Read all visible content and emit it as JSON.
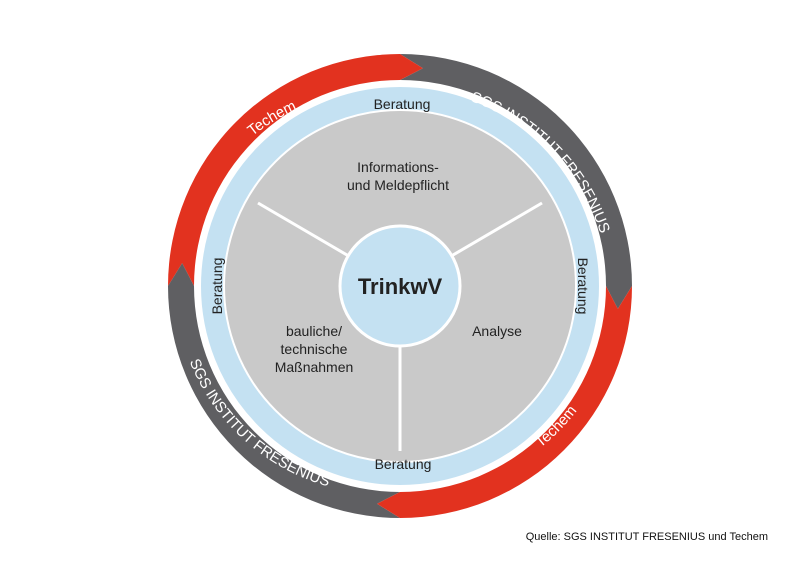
{
  "outer_ring": {
    "segments": [
      {
        "label": "SGS INSTITUT FRESENIUS",
        "color": "#5f5f62"
      },
      {
        "label": "Techem",
        "color": "#e2321f"
      },
      {
        "label": "SGS INSTITUT FRESENIUS",
        "color": "#5f5f62"
      },
      {
        "label": "Techem",
        "color": "#e2321f"
      }
    ]
  },
  "beratung_ring": {
    "color": "#c4e1f2",
    "labels": [
      "Beratung",
      "Beratung",
      "Beratung",
      "Beratung"
    ]
  },
  "sectors": {
    "color": "#c9c9c9",
    "information": {
      "line1": "Informations-",
      "line2": "und Meldepflicht"
    },
    "analysis": {
      "line1": "Analyse"
    },
    "measures": {
      "line1": "bauliche/",
      "line2": "technische",
      "line3": "Maßnahmen"
    }
  },
  "center": {
    "label": "TrinkwV",
    "color": "#c4e1f2"
  },
  "source": "Quelle: SGS INSTITUT FRESENIUS und Techem"
}
